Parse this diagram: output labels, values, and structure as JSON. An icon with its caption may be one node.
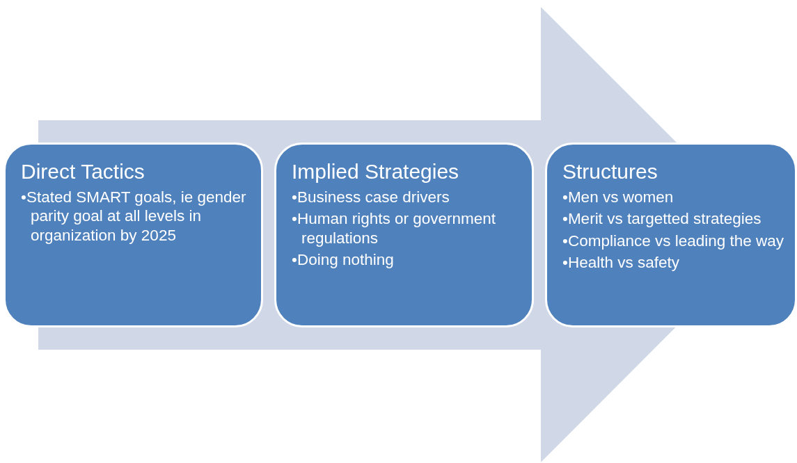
{
  "diagram": {
    "nodes": [
      {
        "text": [
          "Direct Tactics",
          "•Stated SMART goals, ie gender parity goal at all levels in organization by 2025"
        ]
      },
      {
        "text": [
          "Implied Strategies",
          "•Business case drivers",
          "•Human rights or government regulations",
          "•Doing nothing"
        ]
      },
      {
        "text": [
          "Structures",
          "•Men vs women",
          "•Merit vs targetted strategies",
          "•Compliance vs leading the way",
          "•Health vs safety"
        ]
      }
    ],
    "edges": [
      {
        "from": 0,
        "to": 2,
        "arrow": "to"
      }
    ]
  }
}
